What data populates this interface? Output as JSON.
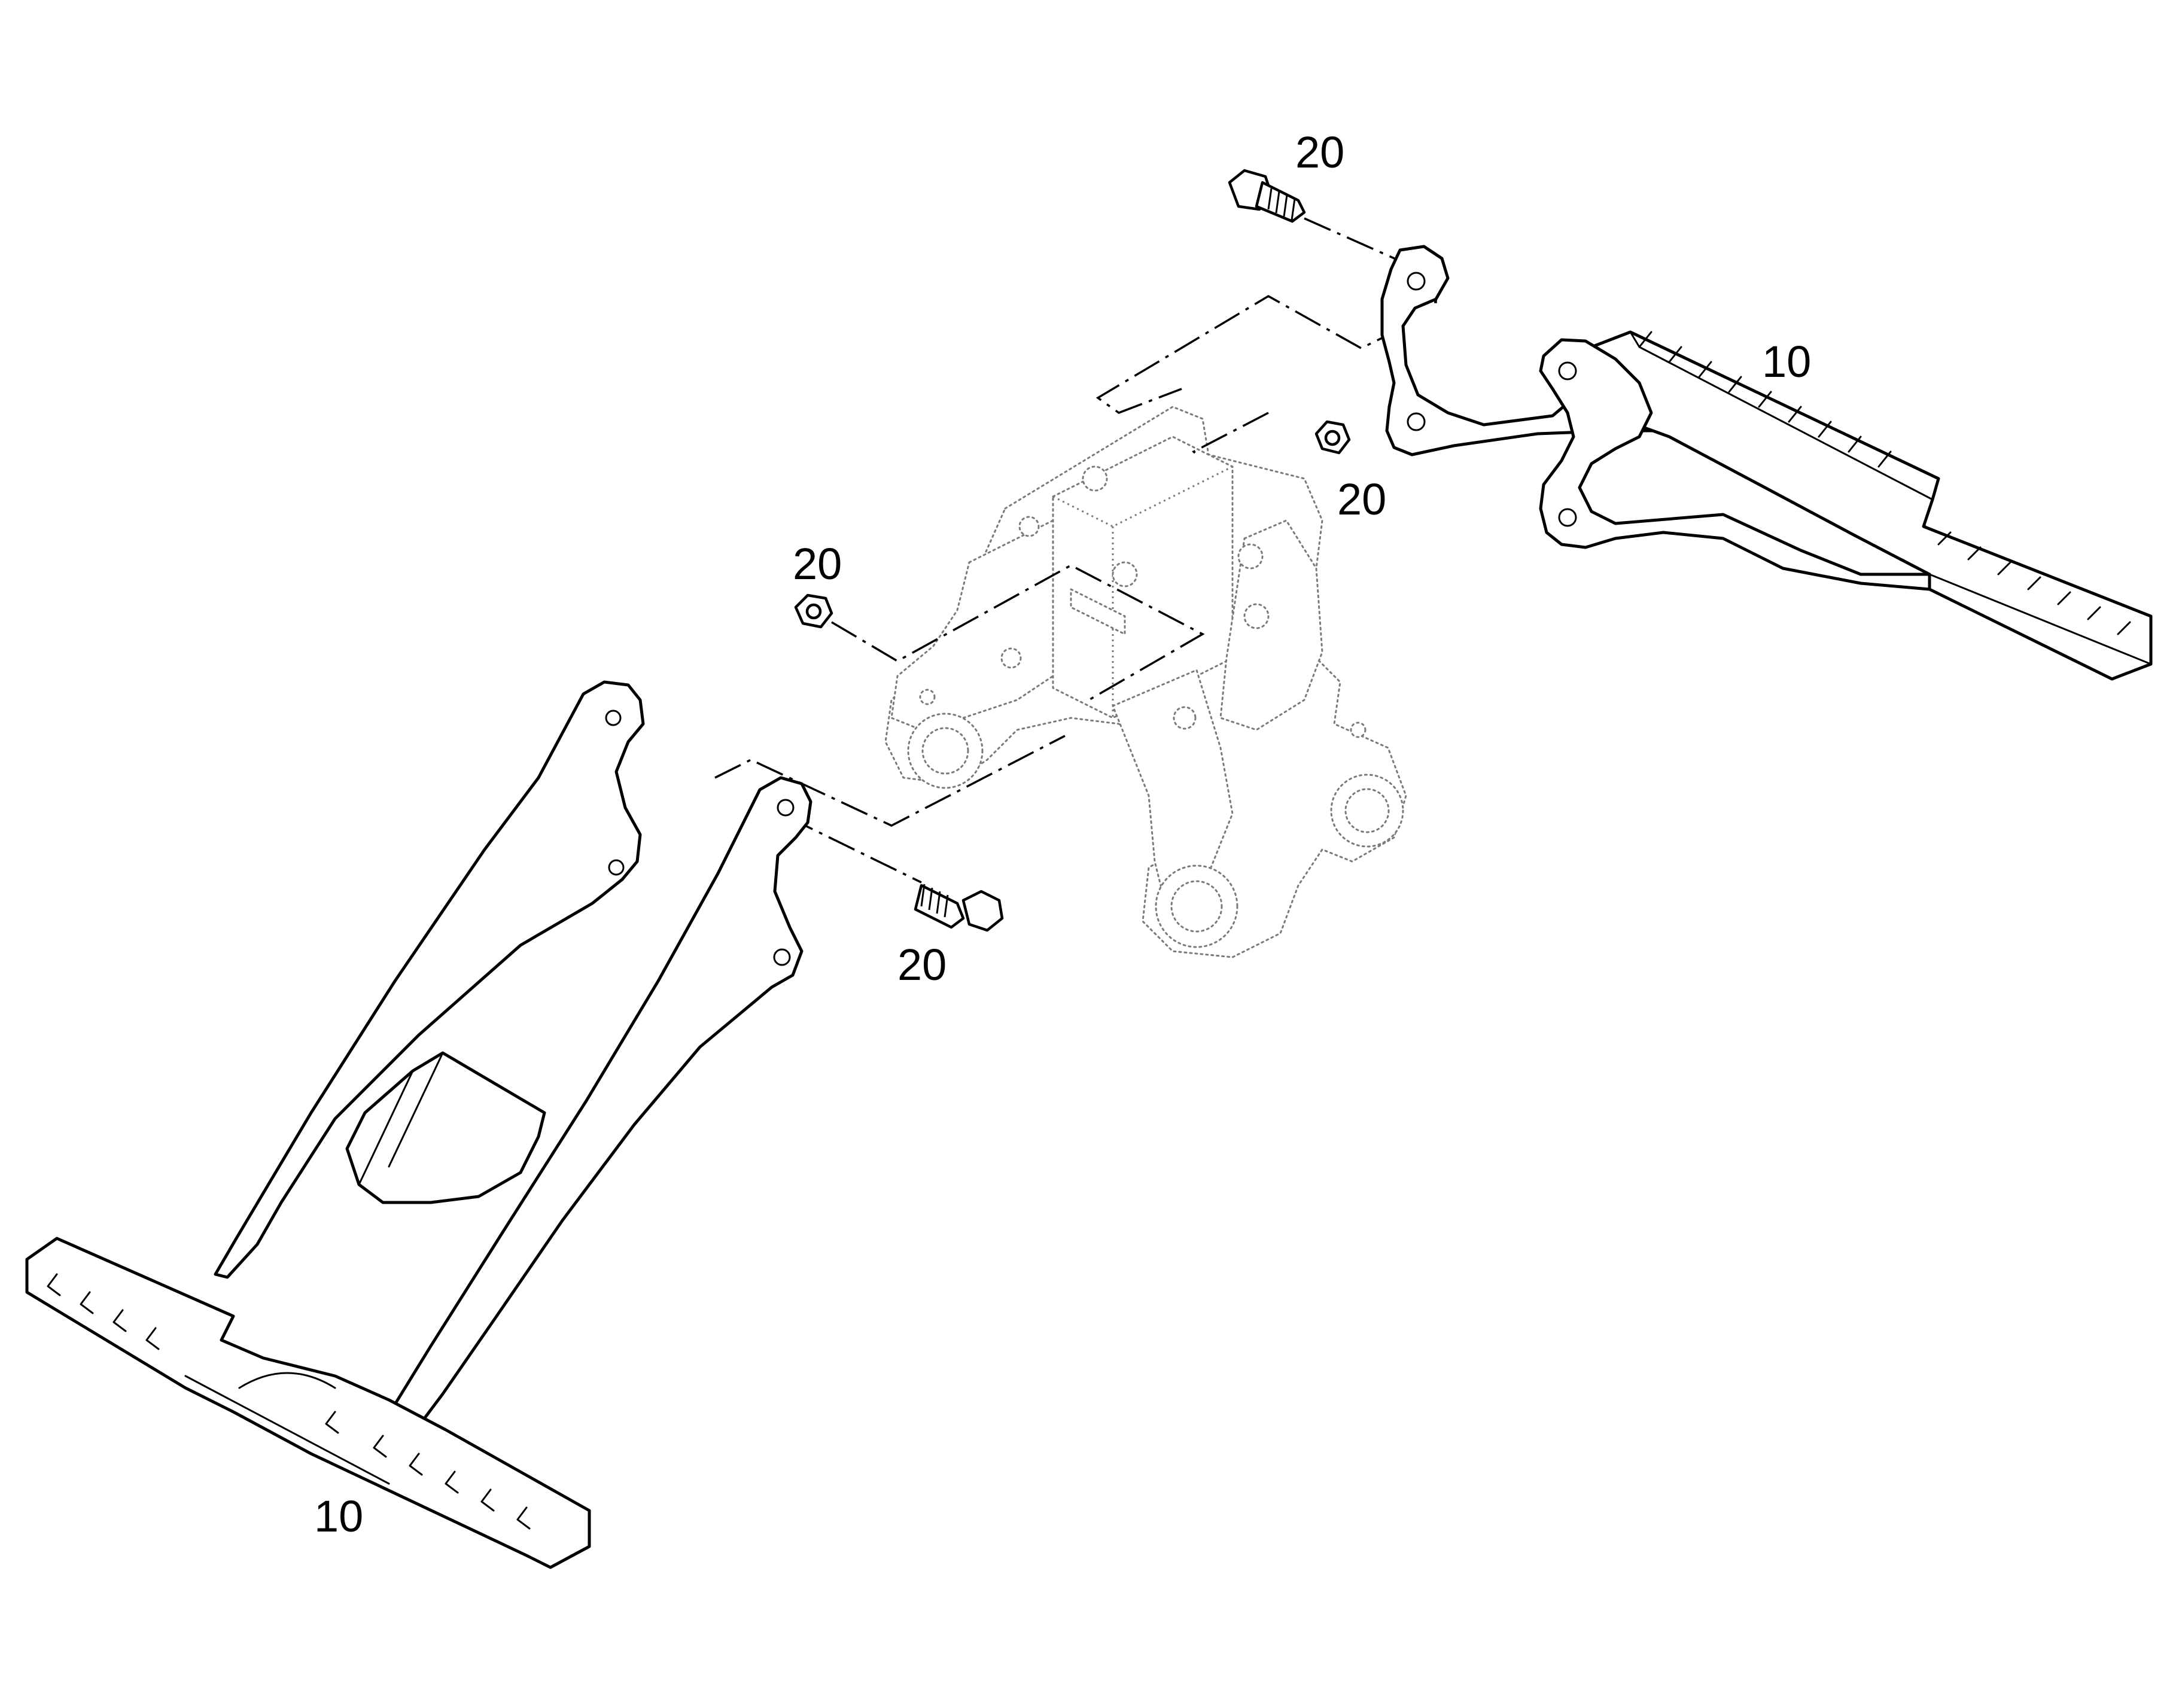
{
  "callouts": {
    "bolt_top": "20",
    "nut_right": "20",
    "nut_left": "20",
    "bolt_bottom": "20",
    "arm_right": "10",
    "arm_left": "10"
  },
  "colors": {
    "background": "#ffffff",
    "line": "#000000",
    "ghost": "#7a7a7a"
  }
}
